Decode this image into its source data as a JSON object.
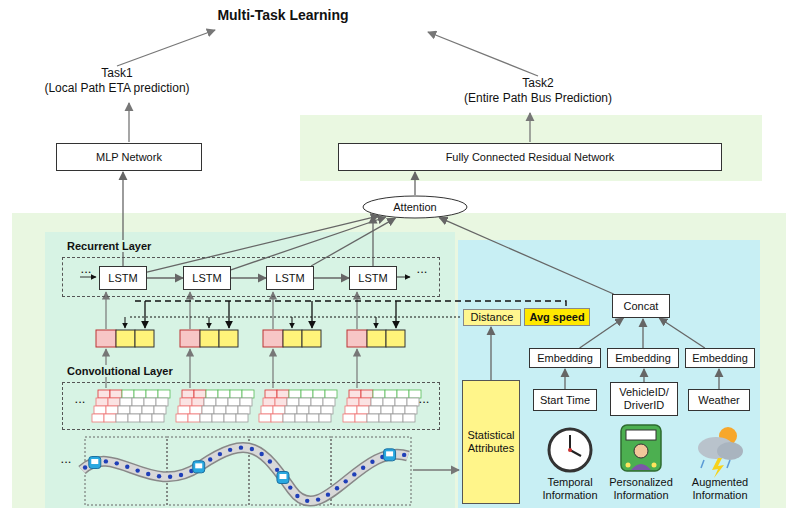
{
  "diagram": {
    "title": "Multi-Task Learning",
    "nodes": [
      {
        "text": [
          "MLP Network"
        ]
      },
      {
        "text": [
          "Fully Connected Residual Network"
        ]
      },
      {
        "text": [
          "Attention"
        ]
      },
      {
        "text": [
          "Recurrent Layer"
        ]
      },
      {
        "text": [
          "LSTM"
        ],
        "in": 3
      },
      {
        "text": [
          "LSTM"
        ],
        "in": 3
      },
      {
        "text": [
          "LSTM"
        ],
        "in": 3
      },
      {
        "text": [
          "LSTM"
        ],
        "in": 3
      },
      {
        "text": [
          "Convolutional Layer"
        ]
      },
      {
        "text": [
          "Distance"
        ]
      },
      {
        "text": [
          "Avg speed"
        ]
      },
      {
        "text": [
          "Concat"
        ]
      },
      {
        "text": [
          "Embedding"
        ]
      },
      {
        "text": [
          "Embedding"
        ]
      },
      {
        "text": [
          "Embedding"
        ]
      },
      {
        "text": [
          "Start Time"
        ]
      },
      {
        "text": [
          "VehicleID/ DriverID"
        ]
      },
      {
        "text": [
          "Weather"
        ]
      },
      {
        "text": [
          "Statistical Attributes"
        ]
      }
    ],
    "edges": [
      {
        "from": 4,
        "to": 0,
        "arrow": "to"
      },
      {
        "from": 4,
        "to": 5,
        "arrow": "to"
      },
      {
        "from": 5,
        "to": 6,
        "arrow": "to"
      },
      {
        "from": 6,
        "to": 7,
        "arrow": "to"
      },
      {
        "from": 4,
        "to": 2,
        "arrow": "to"
      },
      {
        "from": 5,
        "to": 2,
        "arrow": "to"
      },
      {
        "from": 6,
        "to": 2,
        "arrow": "to"
      },
      {
        "from": 7,
        "to": 2,
        "arrow": "to"
      },
      {
        "from": 11,
        "to": 2,
        "arrow": "to"
      },
      {
        "from": 2,
        "to": 1,
        "arrow": "to"
      },
      {
        "from": 12,
        "to": 11,
        "arrow": "to"
      },
      {
        "from": 13,
        "to": 11,
        "arrow": "to"
      },
      {
        "from": 14,
        "to": 11,
        "arrow": "to"
      },
      {
        "from": 15,
        "to": 12,
        "arrow": "to"
      },
      {
        "from": 16,
        "to": 13,
        "arrow": "to"
      },
      {
        "from": 17,
        "to": 14,
        "arrow": "to"
      },
      {
        "from": 18,
        "to": 9,
        "arrow": "to"
      }
    ],
    "labels": [
      "Task1",
      "(Local Path ETA prediction)",
      "Task2",
      "(Entire Path Bus Prediction)",
      "...",
      "...",
      "...",
      "...",
      "...",
      "Temporal Information",
      "Personalized Information",
      "Augmented Information"
    ]
  }
}
